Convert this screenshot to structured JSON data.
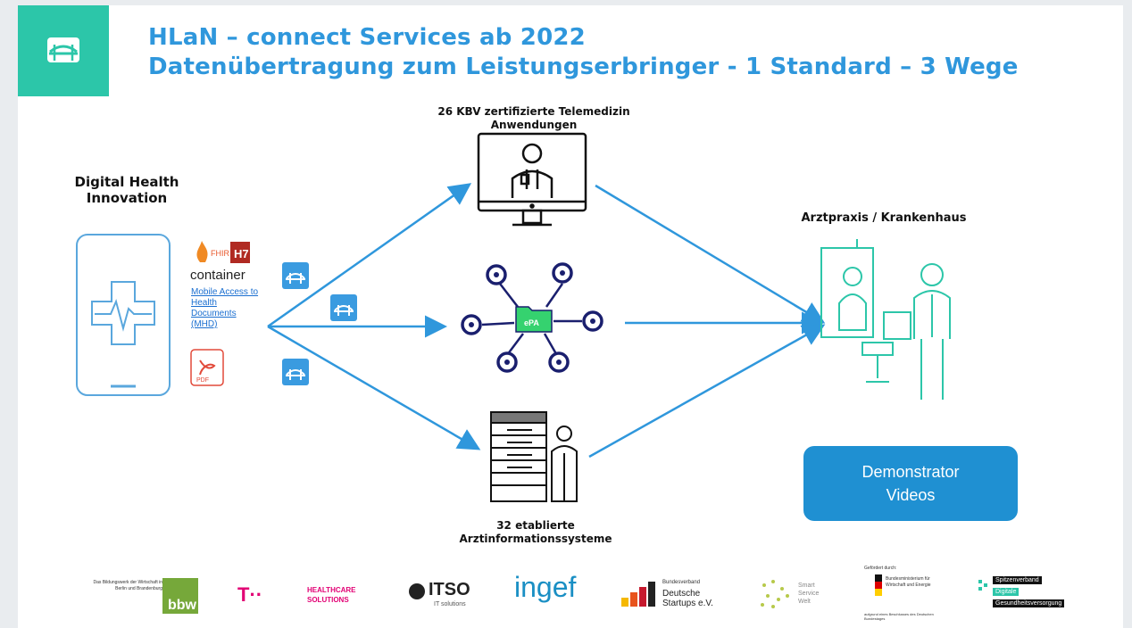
{
  "header": {
    "title_line1": "HLaN – connect Services ab 2022",
    "title_line2": "Datenübertragung zum Leistungserbringer  - 1 Standard – 3 Wege"
  },
  "nodes": {
    "source_label": "Digital Health Innovation",
    "telemed_label": "26 KBV zertifizierte Telemedizin Anwendungen",
    "ais_label": "32 etablierte Arztinformationssysteme",
    "target_label": "Arztpraxis / Krankenhaus",
    "epa_label": "ePA"
  },
  "documents": {
    "fhir": "FHIR",
    "hl7": "H7",
    "container": "container",
    "mhd_link": "Mobile Access to Health Documents (MHD)",
    "pdf": "PDF"
  },
  "demo_button": {
    "line1": "Demonstrator",
    "line2": "Videos"
  },
  "sponsors": {
    "bbw_small": "Das Bildungswerk der Wirtschaft in Berlin und Brandenburg",
    "bbw": "bbw",
    "telekom_mark": "T··",
    "telekom_text": "HEALTHCARE SOLUTIONS",
    "itso": "ITSO",
    "itso_sub": "IT solutions",
    "ingef": "ingef",
    "startups_small": "Bundesverband",
    "startups": "Deutsche Startups e.V.",
    "ssw1": "Smart",
    "ssw2": "Service",
    "ssw3": "Welt",
    "bmwi_head": "Gefördert durch:",
    "bmwi": "Bundesministerium für Wirtschaft und Energie",
    "bmwi_foot": "aufgrund eines Beschlusses des Deutschen Bundestages",
    "svdgv1": "Spitzenverband",
    "svdgv2": "Digitale",
    "svdgv3": "Gesundheitsversorgung"
  },
  "colors": {
    "teal": "#2cc6a9",
    "blue": "#2f97dc",
    "arrow": "#2f97dc",
    "button": "#1f90d2",
    "navy": "#1a1f6e"
  }
}
